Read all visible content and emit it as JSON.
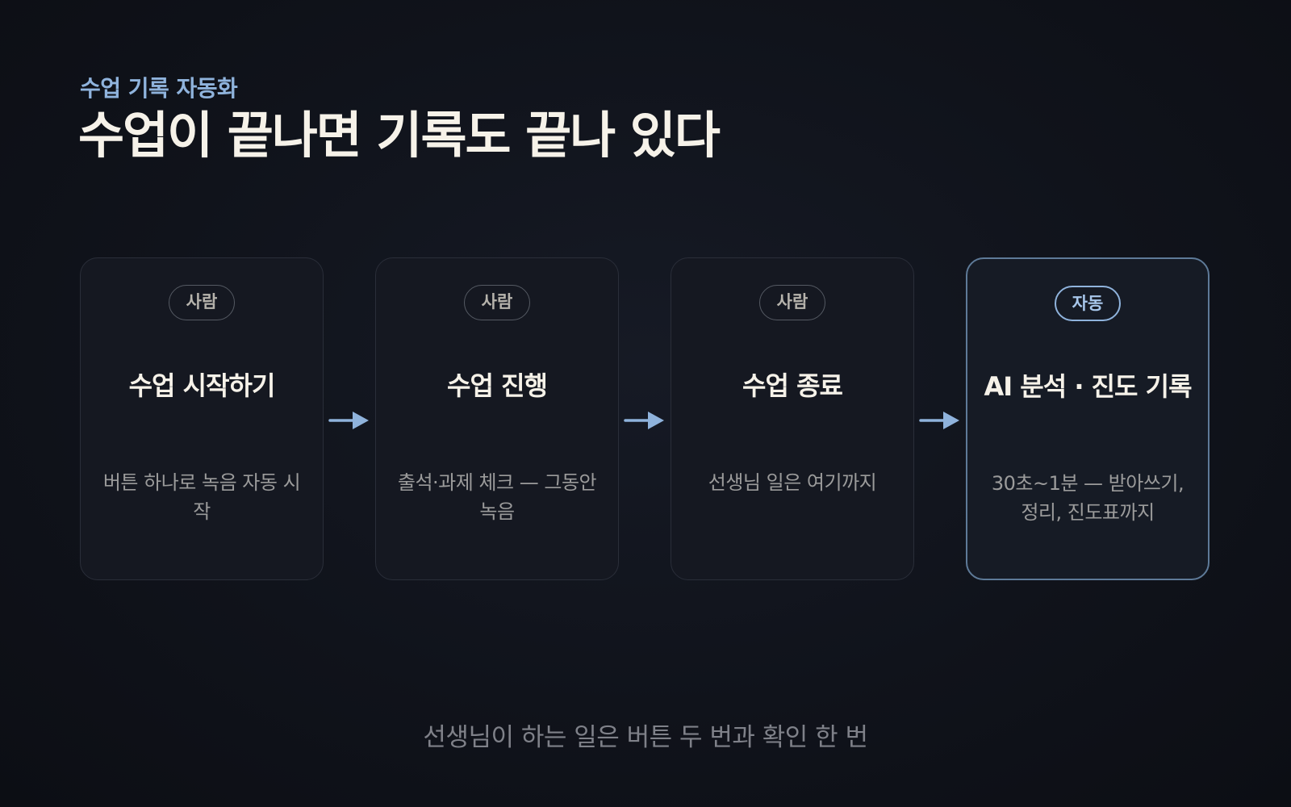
{
  "header": {
    "eyebrow": "수업 기록 자동화",
    "title": "수업이 끝나면 기록도 끝나 있다"
  },
  "steps": [
    {
      "badge": "사람",
      "title": "수업 시작하기",
      "desc": "버튼 하나로 녹음 자동 시작",
      "kind": "human"
    },
    {
      "badge": "사람",
      "title": "수업 진행",
      "desc": "출석·과제 체크 — 그동안 녹음",
      "kind": "human"
    },
    {
      "badge": "사람",
      "title": "수업 종료",
      "desc": "선생님 일은 여기까지",
      "kind": "human"
    },
    {
      "badge": "자동",
      "title": "AI 분석 · 진도 기록",
      "desc": "30초~1분 — 받아쓰기, 정리, 진도표까지",
      "kind": "auto"
    }
  ],
  "footer": {
    "summary": "선생님이 하는 일은 버튼 두 번과 확인 한 번"
  },
  "colors": {
    "accent": "#8fb3dc",
    "background": "#10131b",
    "card_border": "#2a2e39",
    "auto_border": "#5e7a98",
    "title_text": "#f6f2e9",
    "muted_text": "#9b9b9b"
  },
  "icons": {
    "connector": "arrow-right-icon"
  }
}
